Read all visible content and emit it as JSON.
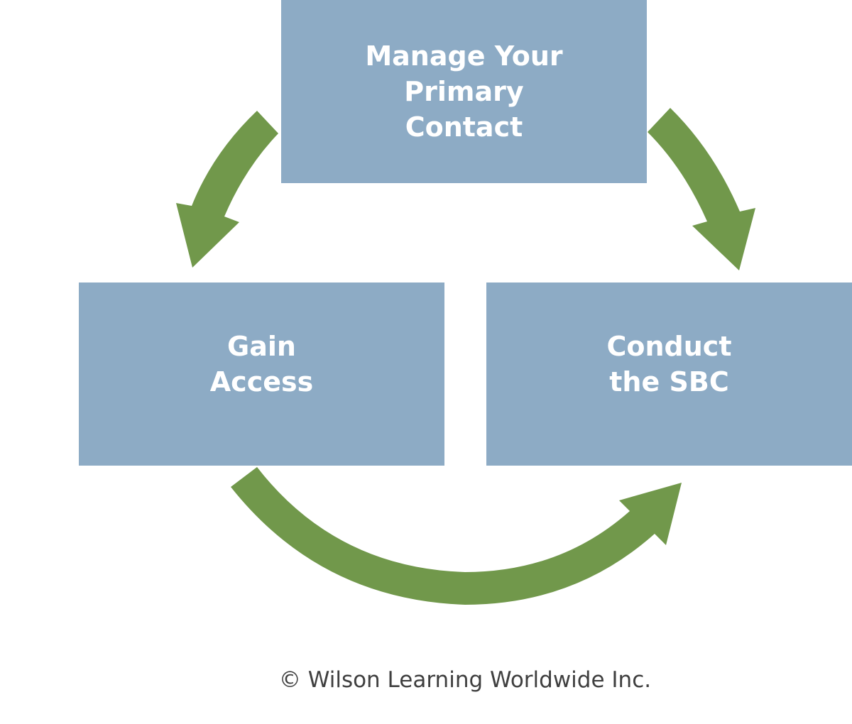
{
  "boxes": {
    "top": {
      "label": "Manage Your\nPrimary\nContact"
    },
    "left": {
      "label": "Gain\nAccess"
    },
    "right": {
      "label": "Conduct\nthe SBC"
    }
  },
  "footer": {
    "copyright": "© Wilson Learning Worldwide Inc."
  },
  "colors": {
    "box_fill": "#8dabc5",
    "arrow_fill": "#71984b",
    "label_text": "#ffffff",
    "footer_text": "#3f3f3f"
  },
  "icons": {
    "cycle_arrow": "curved-arrow-icon"
  }
}
